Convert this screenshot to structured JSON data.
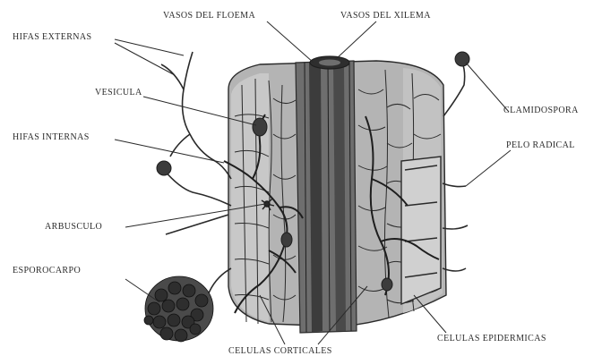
{
  "labels": {
    "vasos_floema": "VASOS DEL FLOEMA",
    "vasos_xilema": "VASOS DEL XILEMA",
    "hifas_externas": "HIFAS EXTERNAS",
    "vesicula": "VESICULA",
    "clamidospora": "CLAMIDOSPORA",
    "hifas_internas": "HIFAS INTERNAS",
    "pelo_radical": "PELO RADICAL",
    "arbusculo": "ARBUSCULO",
    "esporocarpo": "ESPOROCARPO",
    "celulas_epidermicas": "CELULAS EPIDERMICAS",
    "celulas_corticales": "CELULAS CORTICALES"
  },
  "colors": {
    "ink": "#2a2a2a",
    "cortex_fill": "#b4b4b4",
    "cortex_light": "#c8c8c8",
    "stele_fill": "#6e6e6e",
    "stele_dark": "#3c3c3c"
  }
}
